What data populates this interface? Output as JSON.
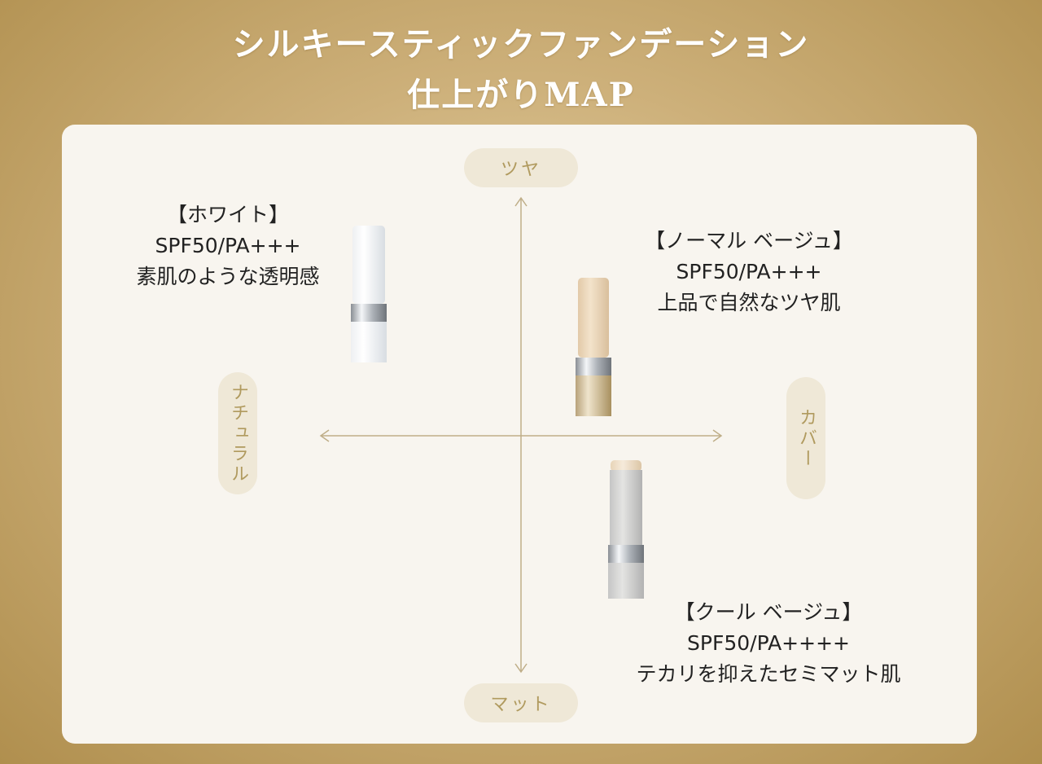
{
  "title": {
    "line1": "シルキースティックファンデーション",
    "line2": "仕上がりMAP"
  },
  "axes": {
    "top": "ツヤ",
    "bottom": "マット",
    "left": "ナチュラル",
    "right": "カバー"
  },
  "products": [
    {
      "name": "【ホワイト】",
      "spf": "SPF50/PA+++",
      "finish": "素肌のような透明感",
      "color": "#ffffff"
    },
    {
      "name": "【ノーマル ベージュ】",
      "spf": "SPF50/PA+++",
      "finish": "上品で自然なツヤ肌",
      "color": "#e8d2b4"
    },
    {
      "name": "【クール ベージュ】",
      "spf": "SPF50/PA++++",
      "finish": "テカリを抑えたセミマット肌",
      "color": "#eddcc4"
    }
  ],
  "colors": {
    "accent": "#b09a5e",
    "axis": "#bfae88"
  }
}
